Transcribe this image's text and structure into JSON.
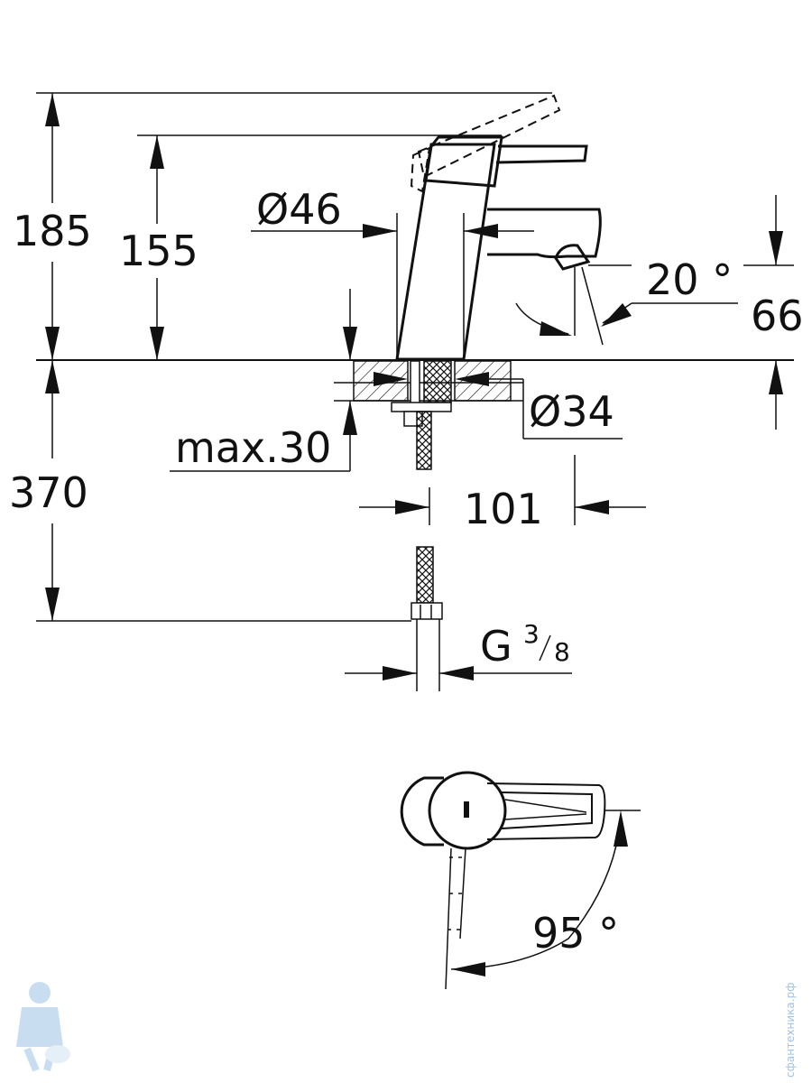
{
  "diagram": {
    "dimensions": {
      "overall_height": "185",
      "body_height": "155",
      "body_diameter": "Ø46",
      "lever_angle": "20 °",
      "spout_height": "66",
      "base_diameter": "Ø34",
      "max_mounting": "max.30",
      "hose_length": "370",
      "spout_reach": "101",
      "connection_thread_main": "G",
      "connection_thread_num": "3",
      "connection_thread_den": "8",
      "rotation_angle": "95 °"
    },
    "watermark": "сфантехника.рф"
  },
  "colors": {
    "line": "#111111",
    "background": "#ffffff",
    "watermark": "#9cc4e4"
  }
}
